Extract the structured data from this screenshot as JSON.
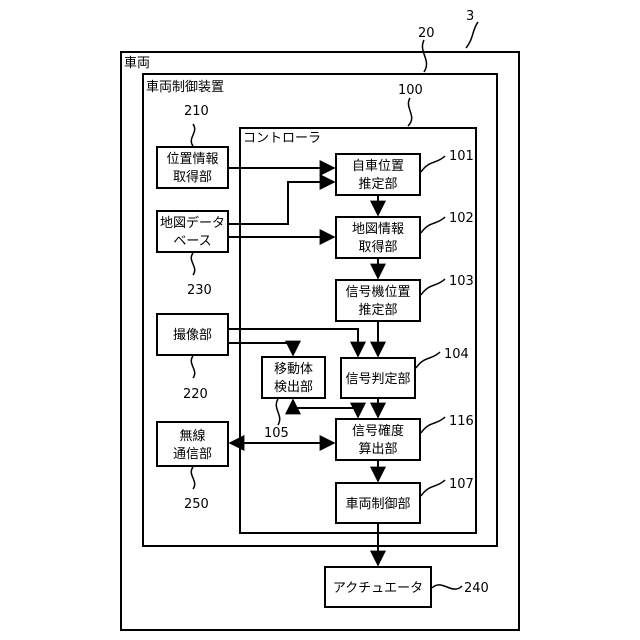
{
  "refs": {
    "device": "3",
    "vcu": "20",
    "controller": "100",
    "b101": "101",
    "b102": "102",
    "b103": "103",
    "b104": "104",
    "b105": "105",
    "b116": "116",
    "b107": "107",
    "b210": "210",
    "b230": "230",
    "b220": "220",
    "b250": "250",
    "b240": "240"
  },
  "frames": {
    "vehicle": "車両",
    "vcu": "車両制御装置",
    "controller": "コントローラ"
  },
  "blocks": {
    "pos_acq": [
      "位置情報",
      "取得部"
    ],
    "map_db": [
      "地図データ",
      "ベース"
    ],
    "camera": [
      "撮像部"
    ],
    "wireless": [
      "無線",
      "通信部"
    ],
    "self_pos": [
      "自車位置",
      "推定部"
    ],
    "map_acq": [
      "地図情報",
      "取得部"
    ],
    "signal_pos": [
      "信号機位置",
      "推定部"
    ],
    "moving": [
      "移動体",
      "検出部"
    ],
    "signal_judge": [
      "信号判定部"
    ],
    "signal_cert": [
      "信号確度",
      "算出部"
    ],
    "vehicle_ctrl": [
      "車両制御部"
    ],
    "actuator": [
      "アクチュエータ"
    ]
  }
}
